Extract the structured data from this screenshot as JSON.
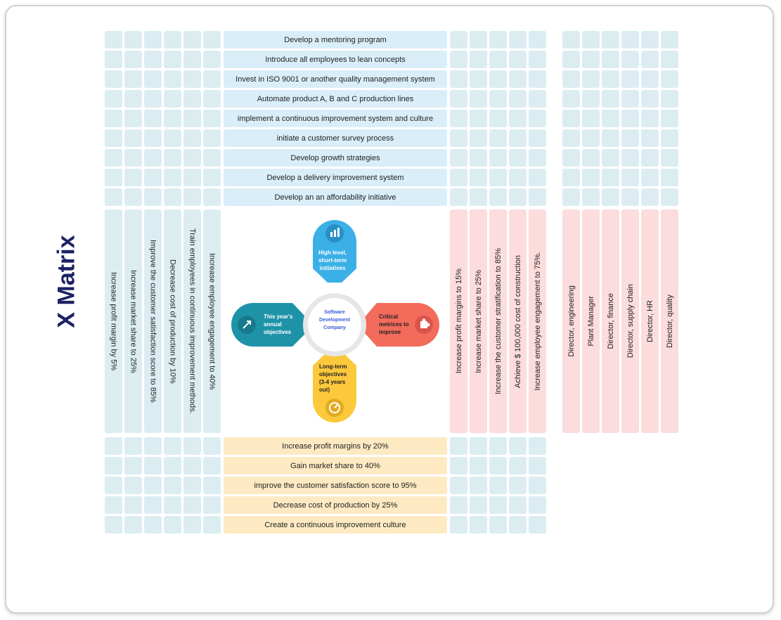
{
  "title": "X Matrix",
  "top_rows": [
    "Develop a mentoring program",
    "Introduce all employees to lean concepts",
    "Invest in ISO 9001 or another quality management system",
    "Automate product A, B and C production lines",
    "implement a continuous improvement system and culture",
    "initiate a customer survey process",
    "Develop growth strategies",
    "Develop a delivery improvement system",
    "Develop an an affordability initiative"
  ],
  "left_columns": [
    "Increase profit margin by 5%",
    "Increase market share to 25%",
    "Improve the customer satisfaction score to 85%",
    "Decrease cost of production by 10%",
    "Train employees in continuous improvement methods.",
    "Increase employee engagement to 40%"
  ],
  "right_columns": [
    "Increase profit margins to 15%",
    "Increase market share to 25%",
    "Increase the customer stratification to 85%",
    "Achieve $ 100,000 cost of construction",
    "Increase employee engagement to 75%."
  ],
  "owner_columns": [
    "Director, engineering",
    "Plant Manager",
    "Director, finance",
    "Director, supply chain",
    "Director, HR",
    "Director, quality"
  ],
  "bottom_rows": [
    "Increase profit margins by 20%",
    "Gain market share to 40%",
    "improve the customer satisfaction score to 95%",
    "Decrease cost of production by 25%",
    "Create a continuous improvement culture"
  ],
  "center": {
    "company": [
      "Software",
      "Development",
      "Company"
    ],
    "top": [
      "High level,",
      "short-term",
      "initiatives"
    ],
    "left": [
      "This year's",
      "annual",
      "objectives"
    ],
    "right": [
      "Critical",
      "metrices to",
      "improve"
    ],
    "bottom": [
      "Long-term",
      "objectives",
      "(3-4 years",
      "out)"
    ]
  },
  "colors": {
    "title": "#1c2263",
    "top_petal": "#3ab0e6",
    "left_petal": "#1e93a8",
    "right_petal": "#f26b5b",
    "bottom_petal": "#fcc83c",
    "company_text": "#3a5bd9"
  }
}
